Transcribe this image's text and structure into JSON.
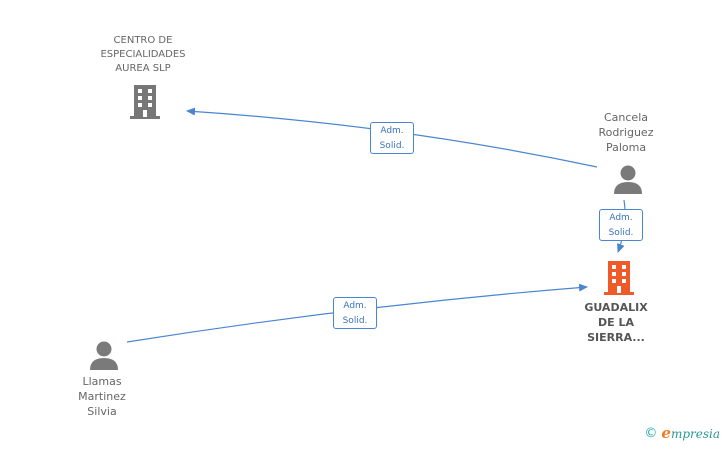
{
  "nodes": {
    "centro": {
      "label_lines": [
        "CENTRO DE",
        "ESPECIALIDADES",
        "AUREA SLP"
      ],
      "type": "company"
    },
    "cancela": {
      "label_lines": [
        "Cancela",
        "Rodriguez",
        "Paloma"
      ],
      "type": "person"
    },
    "guadalix": {
      "label_lines": [
        "GUADALIX",
        "DE LA",
        "SIERRA..."
      ],
      "type": "company-highlight"
    },
    "llamas": {
      "label_lines": [
        "Llamas",
        "Martinez",
        "Silvia"
      ],
      "type": "person"
    }
  },
  "edges": [
    {
      "from": "cancela",
      "to": "centro",
      "label_lines": [
        "Adm.",
        "Solid."
      ]
    },
    {
      "from": "cancela",
      "to": "guadalix",
      "label_lines": [
        "Adm.",
        "Solid."
      ]
    },
    {
      "from": "llamas",
      "to": "guadalix",
      "label_lines": [
        "Adm.",
        "Solid."
      ]
    }
  ],
  "colors": {
    "edge": "#4a86d0",
    "company": "#777777",
    "highlight": "#f05a28",
    "person": "#7a7a7a"
  },
  "footer": {
    "copyright": "©",
    "brand_first": "e",
    "brand_rest": "mpresia"
  }
}
